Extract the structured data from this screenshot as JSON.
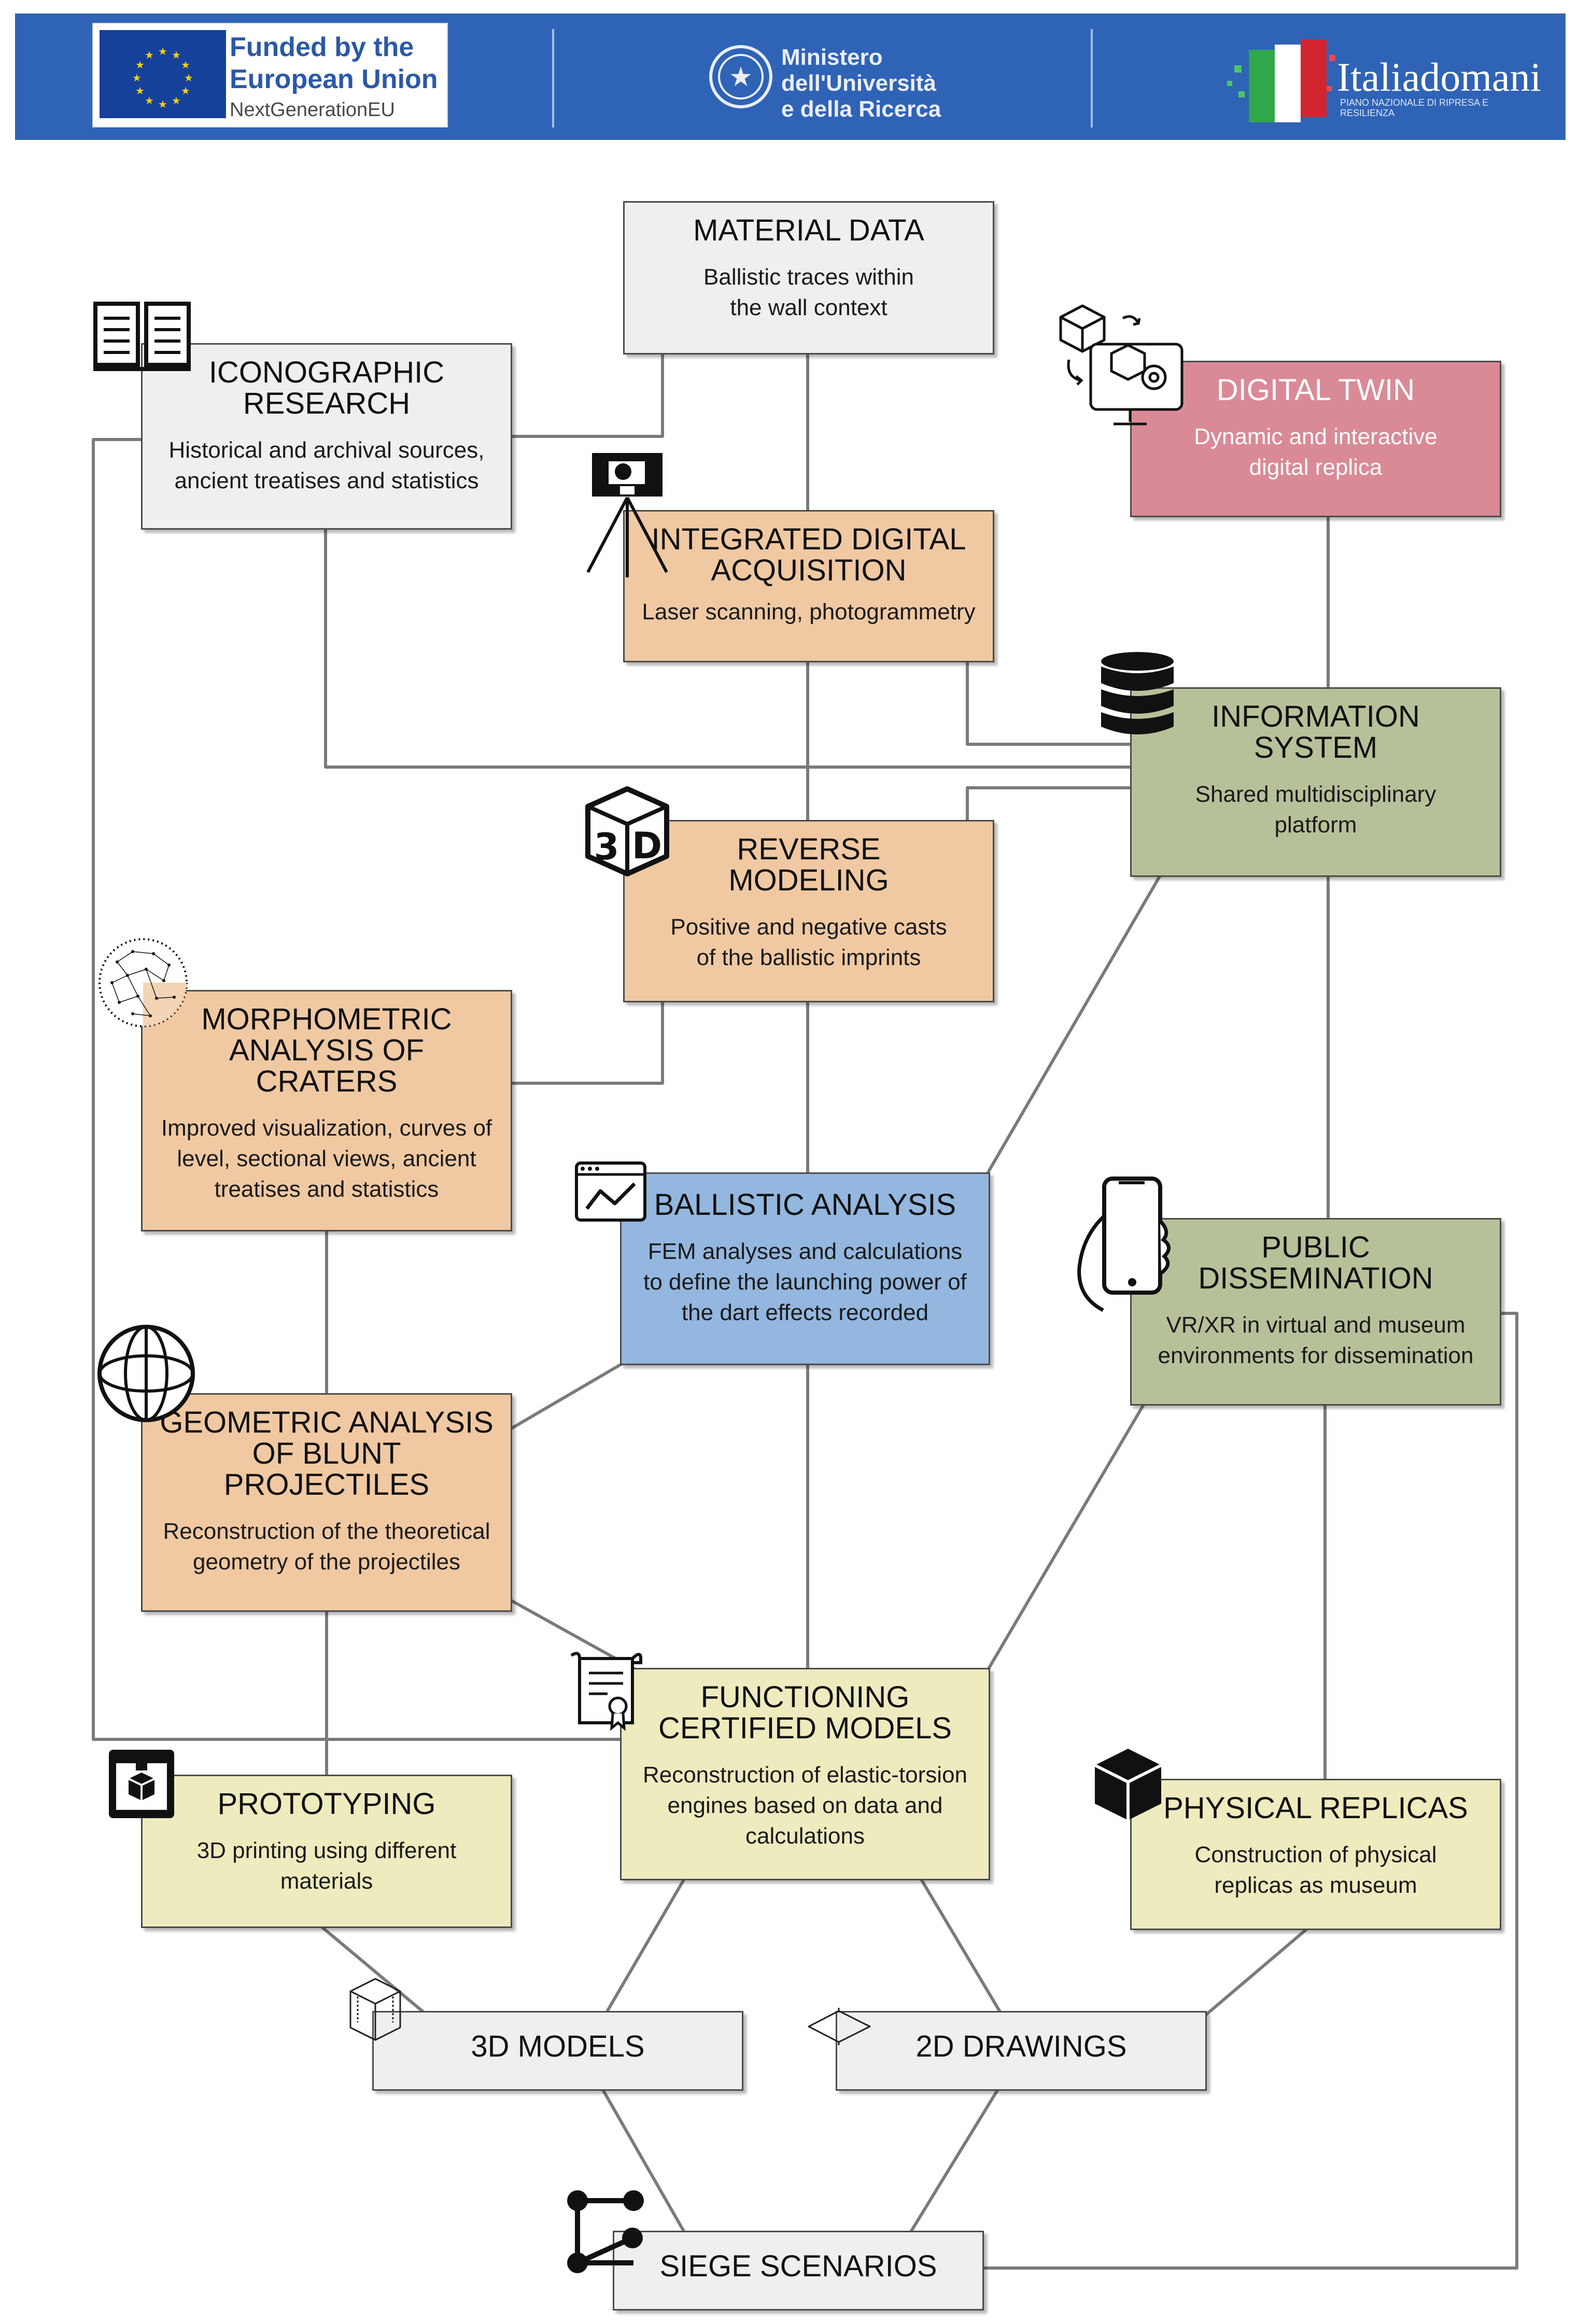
{
  "header": {
    "eu": {
      "line1": "Funded by the",
      "line2": "European Union",
      "line3": "NextGenerationEU"
    },
    "ministry": {
      "line1": "Ministero",
      "line2": "dell'Università",
      "line3": "e della Ricerca"
    },
    "italia": {
      "name": "Italiadomani",
      "subtitle": "PIANO NAZIONALE DI RIPRESA E RESILIENZA"
    }
  },
  "nodes": {
    "material_data": {
      "title": "MATERIAL DATA",
      "subtitle": "Ballistic traces within\nthe wall context"
    },
    "iconographic": {
      "title": "ICONOGRAPHIC\nRESEARCH",
      "subtitle": "Historical and archival sources,\nancient treatises and statistics"
    },
    "digital_twin": {
      "title": "DIGITAL TWIN",
      "subtitle": "Dynamic and interactive\ndigital replica"
    },
    "integrated": {
      "title": "INTEGRATED DIGITAL\nACQUISITION",
      "subtitle": "Laser scanning, photogrammetry"
    },
    "information": {
      "title": "INFORMATION\nSYSTEM",
      "subtitle": "Shared multidisciplinary\nplatform"
    },
    "reverse": {
      "title": "REVERSE\nMODELING",
      "subtitle": "Positive and negative casts\nof the ballistic imprints"
    },
    "morphometric": {
      "title": "MORPHOMETRIC\nANALYSIS OF\nCRATERS",
      "subtitle": "Improved visualization, curves of\nlevel, sectional views, ancient\ntreatises and statistics"
    },
    "ballistic": {
      "title": "BALLISTIC ANALYSIS",
      "subtitle": "FEM analyses and calculations\nto define the launching power of\nthe dart effects recorded"
    },
    "public": {
      "title": "PUBLIC\nDISSEMINATION",
      "subtitle": "VR/XR in virtual and museum\nenvironments for dissemination"
    },
    "geometric": {
      "title": "GEOMETRIC ANALYSIS\nOF BLUNT\nPROJECTILES",
      "subtitle": "Reconstruction of the theoretical\ngeometry of the projectiles"
    },
    "functioning": {
      "title": "FUNCTIONING\nCERTIFIED MODELS",
      "subtitle": "Reconstruction of elastic-torsion\nengines based on data and\ncalculations"
    },
    "prototyping": {
      "title": "PROTOTYPING",
      "subtitle": "3D printing using different\nmaterials"
    },
    "physical": {
      "title": "PHYSICAL REPLICAS",
      "subtitle": "Construction of physical\nreplicas as museum"
    },
    "models3d": {
      "title": "3D MODELS"
    },
    "drawings2d": {
      "title": "2D DRAWINGS"
    },
    "siege": {
      "title": "SIEGE SCENARIOS"
    }
  },
  "colors": {
    "gray": "#efefef",
    "orange": "#f0c9a2",
    "pink": "#d98a96",
    "olive": "#b7c199",
    "blue": "#93b7df",
    "yellow": "#eeebbe",
    "banner": "#2f63b6",
    "connector": "#7a7a7a"
  },
  "icons": [
    "book-icon",
    "laser-scanner-icon",
    "digital-twin-icon",
    "database-icon",
    "3d-cube-icon",
    "point-cloud-sphere-icon",
    "chart-window-icon",
    "smartphone-hand-icon",
    "wireframe-sphere-icon",
    "certificate-icon",
    "3d-printer-icon",
    "solid-cube-icon",
    "wireframe-box-icon",
    "flat-plane-icon",
    "network-graph-icon"
  ]
}
